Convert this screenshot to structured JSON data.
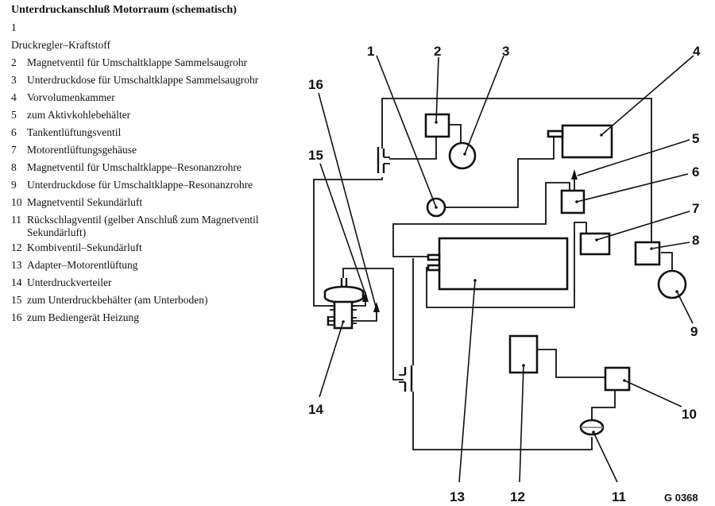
{
  "title": "Unterdruckanschluß Motorraum (schematisch)",
  "legend_first_number": "1",
  "legend_first_text": "Druckregler–Kraftstoff",
  "legend": [
    {
      "num": "2",
      "text": "Magnetventil für Umschaltklappe Sammelsaugrohr"
    },
    {
      "num": "3",
      "text": "Unterdruckdose für Umschaltklappe Sammelsaugrohr"
    },
    {
      "num": "4",
      "text": "Vorvolumenkammer"
    },
    {
      "num": "5",
      "text": "zum Aktivkohlebehälter"
    },
    {
      "num": "6",
      "text": "Tankentlüftungsventil"
    },
    {
      "num": "7",
      "text": "Motorentlüftungsgehäuse"
    },
    {
      "num": "8",
      "text": "Magnetventil für Umschaltklappe–Resonanzrohre"
    },
    {
      "num": "9",
      "text": "Unterdruckdose für Umschaltklappe–Resonanzrohre"
    },
    {
      "num": "10",
      "text": "Magnetventil Sekundärluft"
    },
    {
      "num": "11",
      "text": "Rückschlagventil (gelber Anschluß zum Magnetventil Sekundärluft)"
    },
    {
      "num": "12",
      "text": "Kombiventil–Sekundärluft"
    },
    {
      "num": "13",
      "text": "Adapter–Motorentlüftung"
    },
    {
      "num": "14",
      "text": "Unterdruckverteiler"
    },
    {
      "num": "15",
      "text": "zum Unterdruckbehälter (am Unterboden)"
    },
    {
      "num": "16",
      "text": "zum Bediengerät Heizung"
    }
  ],
  "diagram": {
    "labels": {
      "l1": "1",
      "l2": "2",
      "l3": "3",
      "l4": "4",
      "l5": "5",
      "l6": "6",
      "l7": "7",
      "l8": "8",
      "l9": "9",
      "l10": "10",
      "l11": "11",
      "l12": "12",
      "l13": "13",
      "l14": "14",
      "l15": "15",
      "l16": "16"
    },
    "figure_code": "G 0368"
  }
}
